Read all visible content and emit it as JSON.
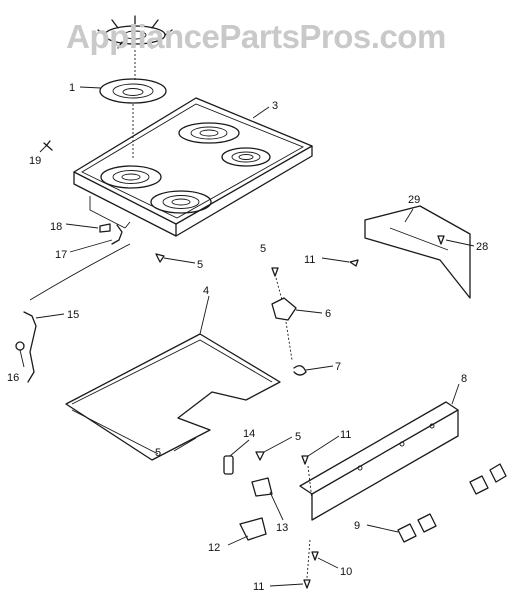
{
  "watermark": "AppliancePartsPros.com",
  "callouts": [
    {
      "id": "c1",
      "text": "1"
    },
    {
      "id": "c3",
      "text": "3"
    },
    {
      "id": "c19",
      "text": "19"
    },
    {
      "id": "c18",
      "text": "18"
    },
    {
      "id": "c17",
      "text": "17"
    },
    {
      "id": "c5a",
      "text": "5"
    },
    {
      "id": "c5b",
      "text": "5"
    },
    {
      "id": "c29",
      "text": "29"
    },
    {
      "id": "c11a",
      "text": "11"
    },
    {
      "id": "c28",
      "text": "28"
    },
    {
      "id": "c4",
      "text": "4"
    },
    {
      "id": "c6",
      "text": "6"
    },
    {
      "id": "c15",
      "text": "15"
    },
    {
      "id": "c16",
      "text": "16"
    },
    {
      "id": "c7",
      "text": "7"
    },
    {
      "id": "c8",
      "text": "8"
    },
    {
      "id": "c14",
      "text": "14"
    },
    {
      "id": "c5c",
      "text": "5"
    },
    {
      "id": "c11b",
      "text": "11"
    },
    {
      "id": "c5d",
      "text": "5"
    },
    {
      "id": "c13",
      "text": "13"
    },
    {
      "id": "c9",
      "text": "9"
    },
    {
      "id": "c12",
      "text": "12"
    },
    {
      "id": "c10",
      "text": "10"
    },
    {
      "id": "c11c",
      "text": "11"
    }
  ]
}
